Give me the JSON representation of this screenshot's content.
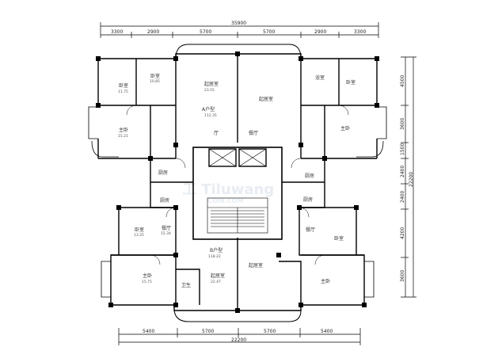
{
  "dimensions": {
    "top_total": "35900",
    "top_segments": [
      "3300",
      "2900",
      "5700",
      "5700",
      "2900",
      "3300"
    ],
    "bottom_total": "22200",
    "bottom_segments": [
      "5400",
      "5700",
      "5700",
      "5400"
    ],
    "right_total": "22200",
    "right_segments": [
      "4500",
      "3600",
      "1500",
      "2400",
      "2400",
      "4200",
      "3600"
    ]
  },
  "rooms": {
    "study_tl": "卧室",
    "bedroom_tl": "卧室",
    "living_top_l": "起居室",
    "living_top_r": "起居室",
    "bath_tr": "浴室",
    "bedroom_tr": "卧室",
    "master_ml": "主卧",
    "hall_tl": "厅",
    "hall_tr": "餐厅",
    "unit_label": "A户型",
    "master_mr": "主卧",
    "kitchen_ml": "厨房",
    "kitchen_mr": "厨房",
    "kitchen2_ml": "厨房",
    "kitchen2_mr": "厨房",
    "bedroom_bl": "卧室",
    "dining_bl": "餐厅",
    "dining_br": "餐厅",
    "bedroom_br": "卧室",
    "unit_label_b": "B户型",
    "living_bot_l": "起居室",
    "living_bot_r": "起居室",
    "master_bl": "主卧",
    "master_br": "主卧",
    "small_bl": "卫生"
  },
  "areas": {
    "study_tl": "11.75",
    "bedroom_tl": "10.85",
    "living_top_l": "23.55",
    "unit_area": "112.35",
    "master_ml": "15.21",
    "bedroom_bl": "13.25",
    "dining_bl": "15.34",
    "unit_area_b": "118.22",
    "living_bot_l": "22.47",
    "master_bl": "15.75"
  },
  "watermark": "工 Tiluwang",
  "watermark_sub": "COIB.COM"
}
